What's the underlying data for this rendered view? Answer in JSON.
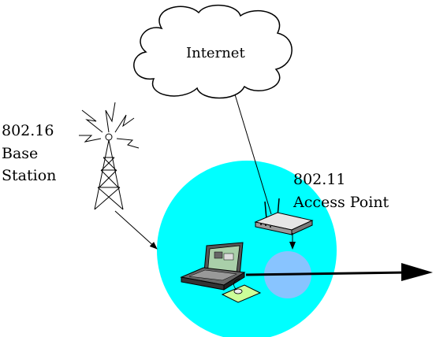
{
  "cloud": {
    "label": "Internet"
  },
  "base_station": {
    "lines": [
      "802.16",
      "Base",
      "Station"
    ]
  },
  "access_point": {
    "lines": [
      "802.11",
      "Access Point"
    ]
  },
  "colors": {
    "coverage_area": "#00ffff",
    "device_zone": "#88c4ff",
    "mouse_pad": "#ccff99",
    "laptop_screen": "#a9cfa9"
  }
}
